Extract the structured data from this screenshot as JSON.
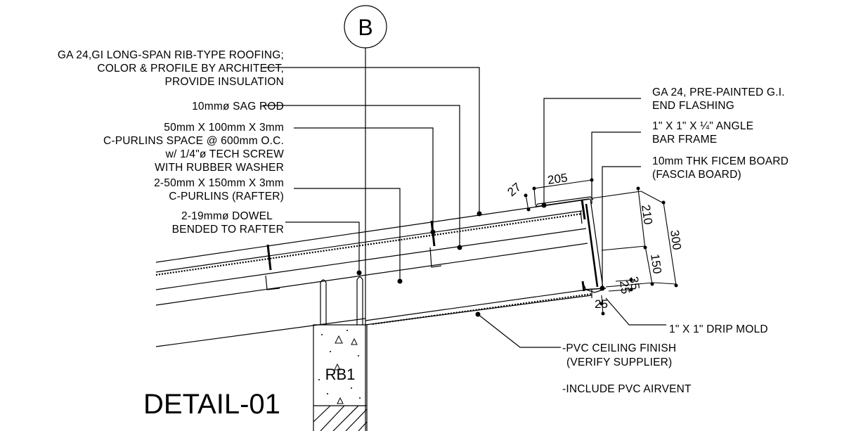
{
  "detail_title": "DETAIL-01",
  "grid_marker": "B",
  "beam_tag": "RB1",
  "notes_left": {
    "roofing": [
      "GA 24,GI LONG-SPAN RIB-TYPE ROOFING;",
      "COLOR & PROFILE BY ARCHITECT,",
      "PROVIDE INSULATION"
    ],
    "sag_rod": [
      "10mmø SAG ROD"
    ],
    "purlins": [
      "50mm X 100mm X 3mm",
      "C-PURLINS SPACE @ 600mm O.C.",
      "w/ 1/4\"ø TECH SCREW",
      "WITH RUBBER WASHER"
    ],
    "rafter": [
      "2-50mm X 150mm X 3mm",
      "C-PURLINS (RAFTER)"
    ],
    "dowel": [
      "2-19mmø DOWEL",
      "BENDED TO RAFTER"
    ]
  },
  "notes_right": {
    "flashing": [
      "GA 24, PRE-PAINTED G.I.",
      "END FLASHING"
    ],
    "angle_bar": [
      "1\" X 1\" X ¼\" ANGLE",
      "BAR FRAME"
    ],
    "fascia": [
      "10mm THK FICEM BOARD",
      "(FASCIA BOARD)"
    ],
    "drip_mold": [
      "1\" X 1\" DRIP MOLD"
    ],
    "ceiling": [
      "-PVC CEILING FINISH",
      "(VERIFY SUPPLIER)"
    ],
    "airvent": [
      "-INCLUDE PVC AIRVENT"
    ]
  },
  "dimensions": {
    "d205": "205",
    "d27": "27",
    "d210": "210",
    "d300": "300",
    "d150": "150",
    "d35": "35",
    "d25a": "25",
    "d25b": "25"
  }
}
